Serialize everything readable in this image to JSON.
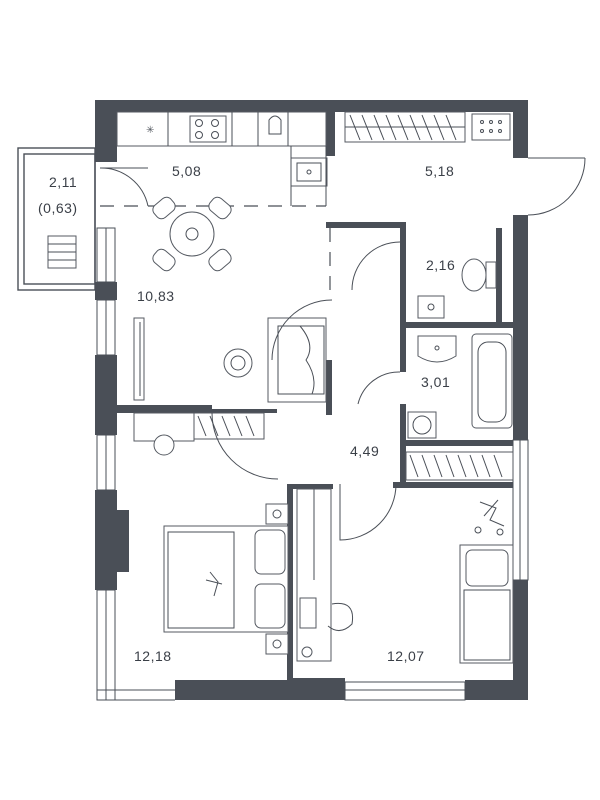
{
  "rooms": {
    "loggia_area": "2,11",
    "loggia_area_reduced": "(0,63)",
    "kitchen_area": "5,08",
    "hall_area": "5,18",
    "wc_area": "2,16",
    "living_area": "10,83",
    "bathroom_area": "3,01",
    "corridor_area": "4,49",
    "bedroom_left_area": "12,18",
    "bedroom_right_area": "12,07"
  },
  "colors": {
    "wall": "#4a4f57",
    "background": "#ffffff"
  }
}
